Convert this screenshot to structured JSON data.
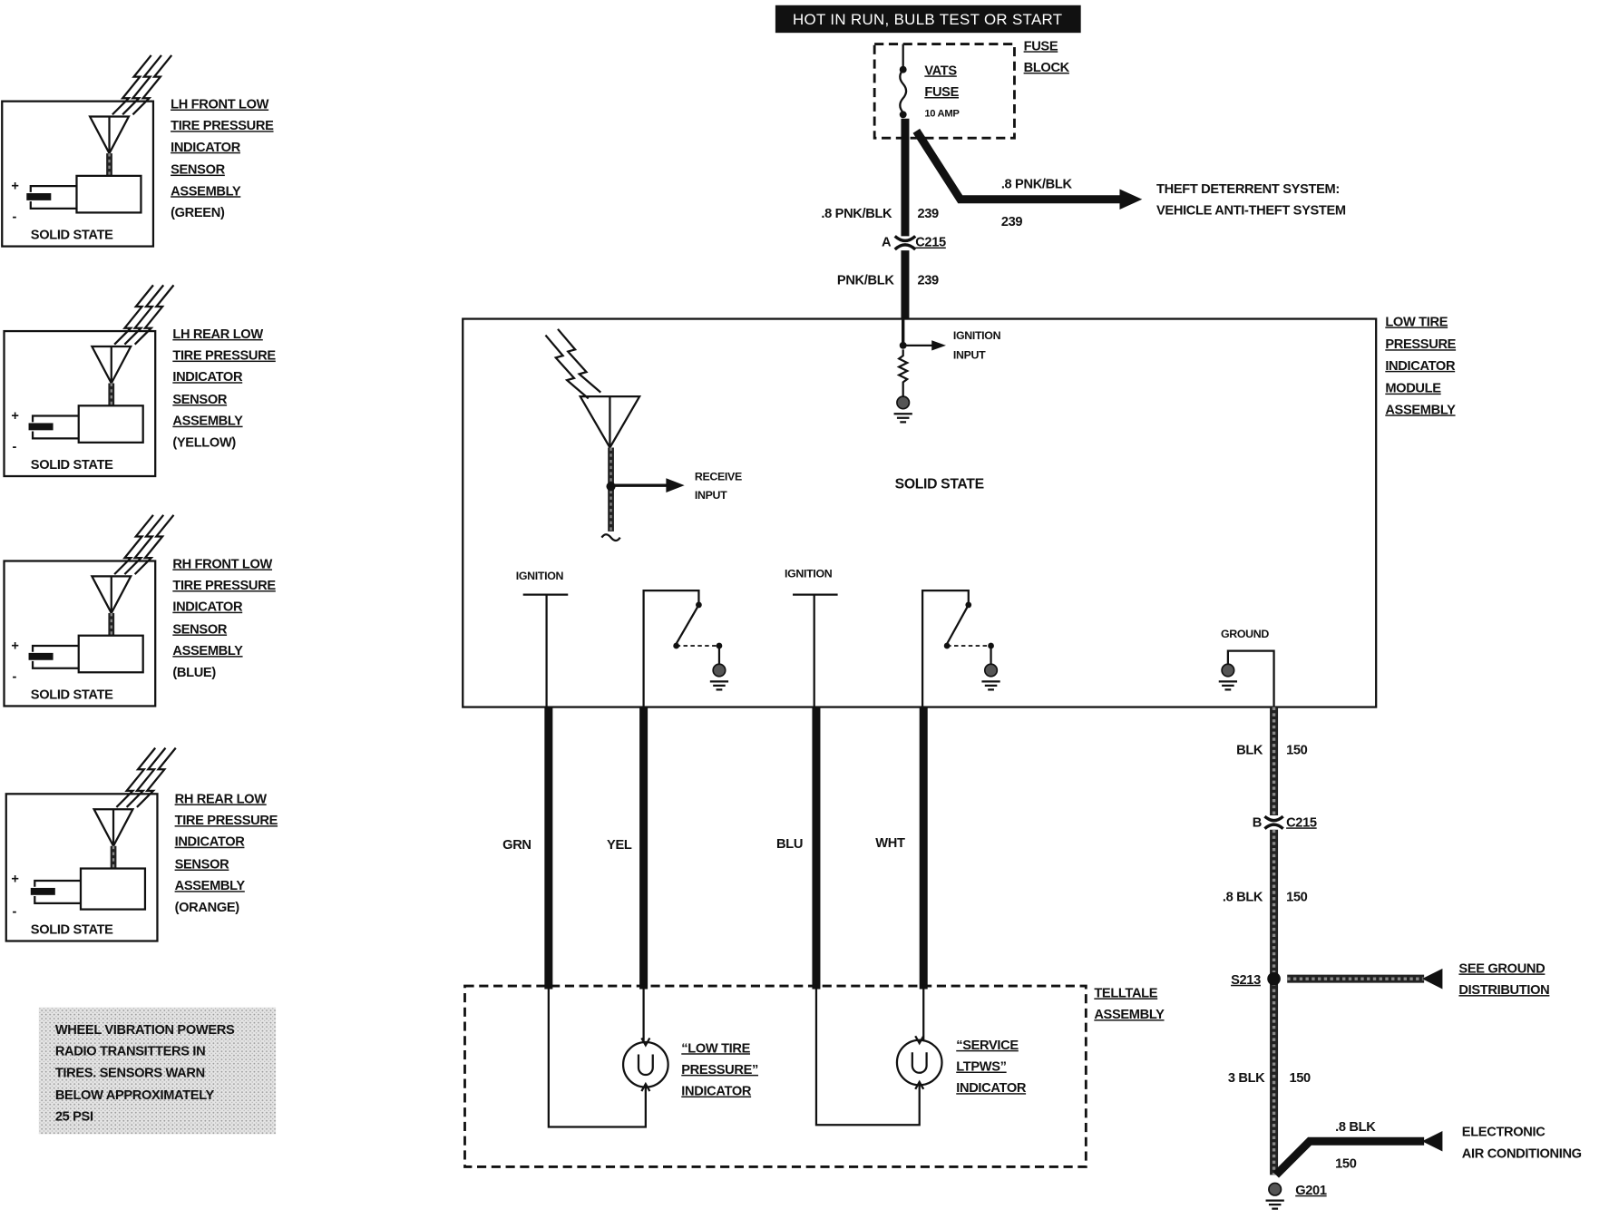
{
  "header": {
    "power_source": "HOT IN RUN, BULB TEST OR START"
  },
  "fuse_block": {
    "label": [
      "FUSE",
      "BLOCK"
    ],
    "fuse_name": [
      "VATS",
      "FUSE"
    ],
    "fuse_rating": "10 AMP"
  },
  "feed_wire": {
    "gauge_color": ".8 PNK/BLK",
    "circuit": "239"
  },
  "theft_branch": {
    "gauge_color": ".8 PNK/BLK",
    "circuit": "239",
    "destination": [
      "THEFT DETERRENT SYSTEM:",
      "VEHICLE ANTI-THEFT SYSTEM"
    ]
  },
  "connector_a": {
    "cavity": "A",
    "name": "C215"
  },
  "module_feed": {
    "color": "PNK/BLK",
    "circuit": "239"
  },
  "module": {
    "label": [
      "LOW TIRE",
      "PRESSURE",
      "INDICATOR",
      "MODULE",
      "ASSEMBLY"
    ],
    "ignition_input": [
      "IGNITION",
      "INPUT"
    ],
    "receive_input": [
      "RECEIVE",
      "INPUT"
    ],
    "body": "SOLID STATE",
    "ignition_left": "IGNITION",
    "ignition_right": "IGNITION",
    "ground": "GROUND"
  },
  "output_wires": [
    "GRN",
    "YEL",
    "BLU",
    "WHT"
  ],
  "telltale": {
    "label": [
      "TELLTALE",
      "ASSEMBLY"
    ],
    "indicators": [
      [
        "“LOW TIRE",
        "PRESSURE”",
        "INDICATOR"
      ],
      [
        "“SERVICE",
        "LTPWS”",
        "INDICATOR"
      ]
    ]
  },
  "ground_circuit": {
    "upper": {
      "color": "BLK",
      "circuit": "150"
    },
    "connector": {
      "cavity": "B",
      "name": "C215"
    },
    "middle": {
      "gauge_color": ".8 BLK",
      "circuit": "150"
    },
    "splice": {
      "name": "S213",
      "reference": [
        "SEE GROUND",
        "DISTRIBUTION"
      ]
    },
    "lower": {
      "gauge_color": "3 BLK",
      "circuit": "150"
    },
    "ac_branch": {
      "gauge_color": ".8 BLK",
      "circuit": "150",
      "destination": [
        "ELECTRONIC",
        "AIR CONDITIONING"
      ]
    },
    "ground_point": "G201"
  },
  "sensors": [
    {
      "label": [
        "LH FRONT LOW",
        "TIRE PRESSURE",
        "INDICATOR",
        "SENSOR",
        "ASSEMBLY",
        "(GREEN)"
      ],
      "body": "SOLID STATE",
      "terminals": [
        "+",
        "-"
      ]
    },
    {
      "label": [
        "LH REAR LOW",
        "TIRE PRESSURE",
        "INDICATOR",
        "SENSOR",
        "ASSEMBLY",
        "(YELLOW)"
      ],
      "body": "SOLID STATE",
      "terminals": [
        "+",
        "-"
      ]
    },
    {
      "label": [
        "RH FRONT LOW",
        "TIRE PRESSURE",
        "INDICATOR",
        "SENSOR",
        "ASSEMBLY",
        "(BLUE)"
      ],
      "body": "SOLID STATE",
      "terminals": [
        "+",
        "-"
      ]
    },
    {
      "label": [
        "RH REAR LOW",
        "TIRE PRESSURE",
        "INDICATOR",
        "SENSOR",
        "ASSEMBLY",
        "(ORANGE)"
      ],
      "body": "SOLID STATE",
      "terminals": [
        "+",
        "-"
      ]
    }
  ],
  "note": [
    "WHEEL VIBRATION POWERS",
    "RADIO TRANSITTERS IN",
    "TIRES. SENSORS WARN",
    "BELOW APPROXIMATELY",
    "25 PSI"
  ]
}
